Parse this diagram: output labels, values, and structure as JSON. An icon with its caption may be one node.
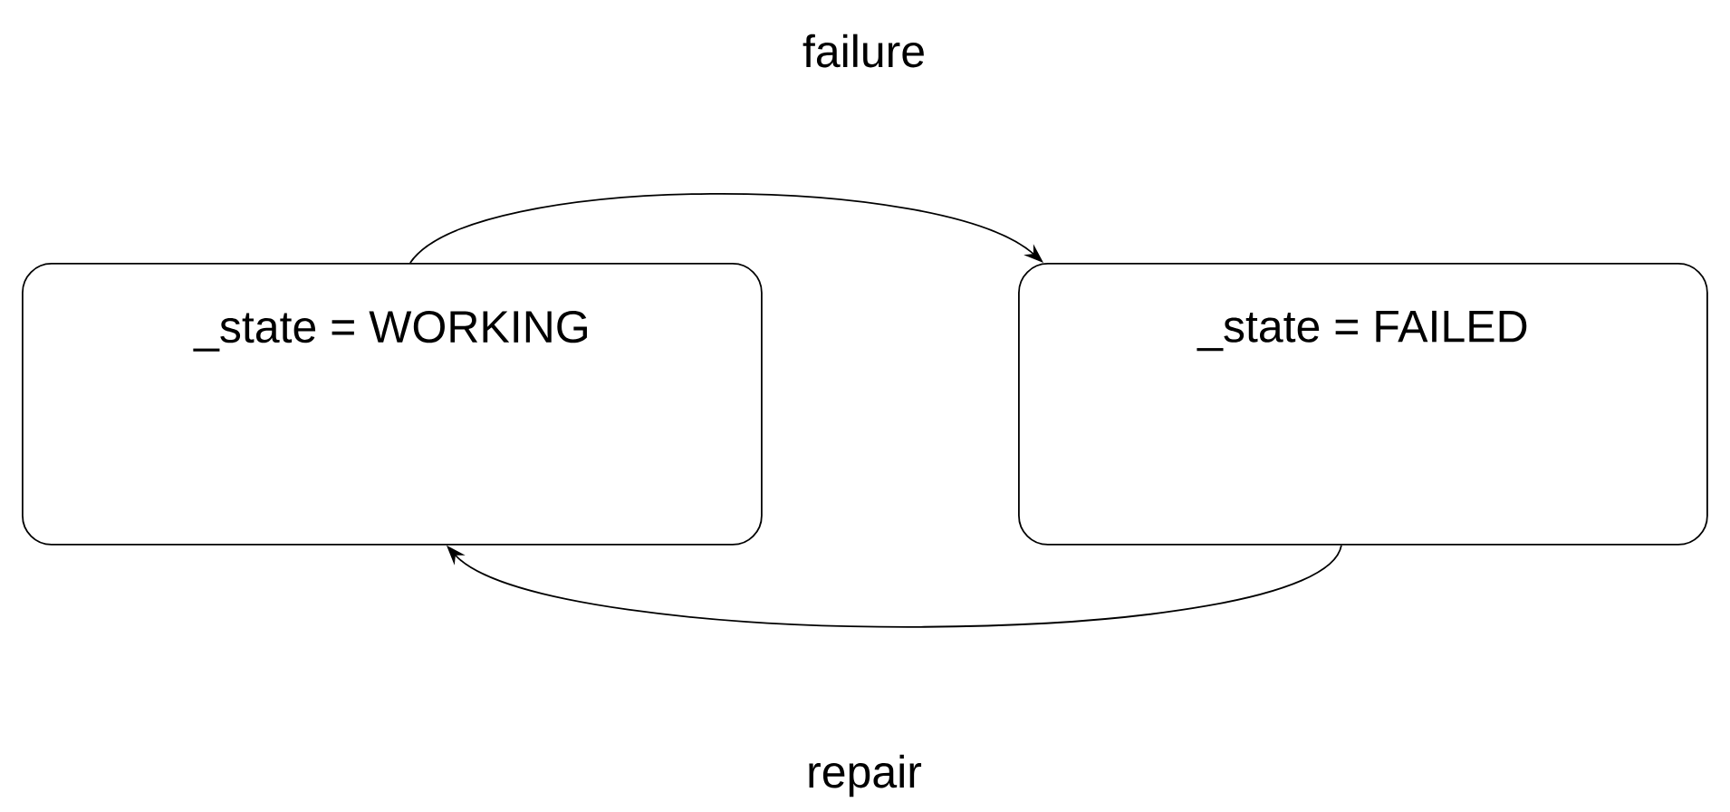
{
  "diagram": {
    "nodes": [
      {
        "text": [
          "_state = WORKING"
        ]
      },
      {
        "text": [
          "_state = FAILED"
        ]
      }
    ],
    "edges": [
      {
        "from": 0,
        "to": 1,
        "arrow": "to",
        "label": "failure"
      },
      {
        "from": 1,
        "to": 0,
        "arrow": "to",
        "label": "repair"
      }
    ]
  }
}
